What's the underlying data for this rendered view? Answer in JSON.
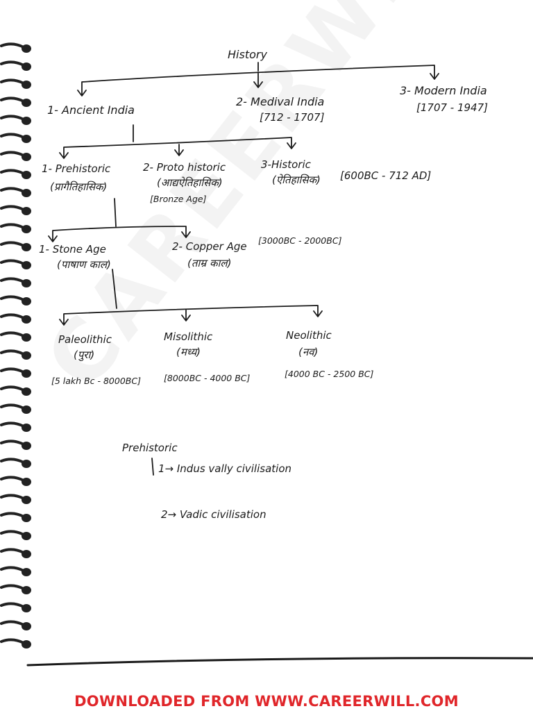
{
  "watermark": "CAREERWILL",
  "root": "History",
  "level1": [
    {
      "label": "1- Ancient India",
      "range": ""
    },
    {
      "label": "2- Medival India",
      "range": "[712 - 1707]"
    },
    {
      "label": "3- Modern India",
      "range": "[1707 - 1947]"
    }
  ],
  "ancient": [
    {
      "label": "1- Prehistoric",
      "hindi": "(प्रागैतिहासिक)",
      "note": ""
    },
    {
      "label": "2- Proto historic",
      "hindi": "(आद्यऐतिहासिक)",
      "note": "[Bronze Age]"
    },
    {
      "label": "3-Historic",
      "hindi": "(ऐतिहासिक)",
      "note": "[600BC - 712 AD]"
    }
  ],
  "prehistoric": [
    {
      "label": "1- Stone Age",
      "hindi": "(पाषाण काल)",
      "note": ""
    },
    {
      "label": "2- Copper Age",
      "hindi": "(ताम्र काल)",
      "note": "[3000BC - 2000BC]"
    }
  ],
  "stone_age": [
    {
      "label": "Paleolithic",
      "hindi": "(पुरा)",
      "range": "[5 lakh Bc - 8000BC]"
    },
    {
      "label": "Misolithic",
      "hindi": "(मध्य)",
      "range": "[8000BC - 4000 BC]"
    },
    {
      "label": "Neolithic",
      "hindi": "(नव)",
      "range": "[4000 BC - 2500 BC]"
    }
  ],
  "notes": {
    "heading": "Prehistoric",
    "items": [
      "1→ Indus vally civilisation",
      "2→ Vadic civilisation"
    ]
  },
  "footer": "DOWNLOADED FROM WWW.CAREERWILL.COM"
}
